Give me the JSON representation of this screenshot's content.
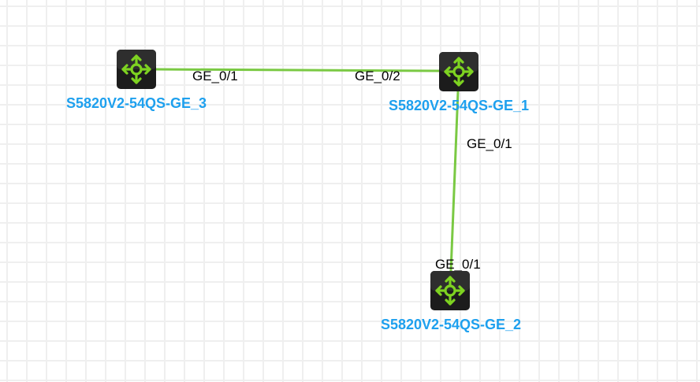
{
  "colors": {
    "link": "#7ac943",
    "label": "#1ea0ee",
    "icon_bg": "#1c1c1c",
    "icon_fg": "#7ed321"
  },
  "devices": [
    {
      "name": "S5820V2-54QS-GE_3",
      "icon": "switch-icon"
    },
    {
      "name": "S5820V2-54QS-GE_1",
      "icon": "switch-icon"
    },
    {
      "name": "S5820V2-54QS-GE_2",
      "icon": "switch-icon"
    }
  ],
  "links": [
    {
      "from": "S5820V2-54QS-GE_3",
      "from_port": "GE_0/1",
      "to": "S5820V2-54QS-GE_1",
      "to_port": "GE_0/2"
    },
    {
      "from": "S5820V2-54QS-GE_1",
      "from_port": "GE_0/1",
      "to": "S5820V2-54QS-GE_2",
      "to_port": "GE_0/1"
    }
  ]
}
